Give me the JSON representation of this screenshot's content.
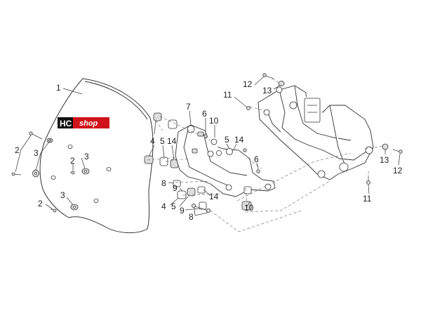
{
  "logo": {
    "hc": "HC",
    "shop": "shop",
    "colors": {
      "dark": "#111111",
      "red": "#d0121a"
    }
  },
  "labels": {
    "l1": "1",
    "l2a": "2",
    "l2b": "2",
    "l2c": "2",
    "l3a": "3",
    "l3b": "3",
    "l3c": "3",
    "l4a": "4",
    "l4b": "4",
    "l5a": "5",
    "l5b": "5",
    "l5c": "5",
    "l6a": "6",
    "l6b": "6",
    "l7": "7",
    "l8a": "8",
    "l8b": "8",
    "l9a": "9",
    "l9b": "9",
    "l10a": "10",
    "l10b": "10",
    "l11a": "11",
    "l11b": "11",
    "l12a": "12",
    "l12b": "12",
    "l13a": "13",
    "l13b": "13",
    "l14a": "14",
    "l14b": "14",
    "l14c": "14"
  }
}
